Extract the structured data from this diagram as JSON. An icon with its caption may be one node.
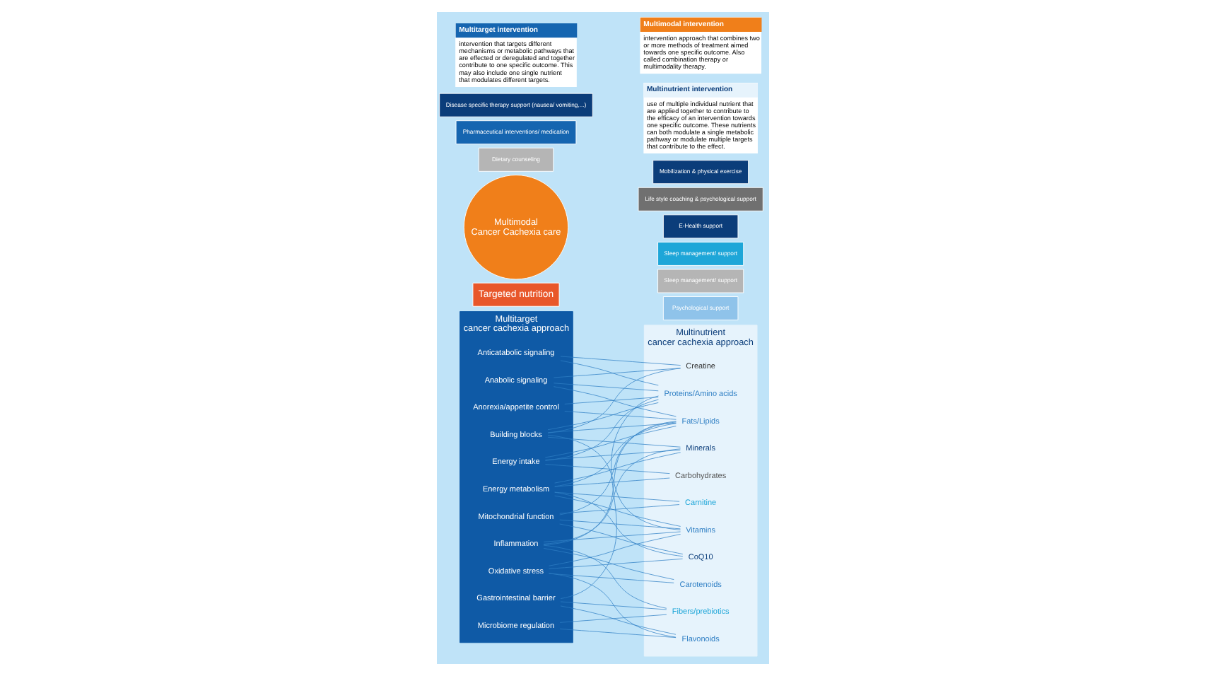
{
  "diagram": {
    "nodes": [
      {
        "text": [
          "Multitarget",
          "cancer cachexia approach"
        ]
      },
      {
        "text": [
          "Energy intake"
        ],
        "in": 0
      },
      {
        "text": [
          "Building blocks"
        ],
        "in": 0
      },
      {
        "text": [
          "Inflammation"
        ],
        "in": 0
      },
      {
        "text": [
          "Anticatabolic signaling"
        ],
        "in": 0
      },
      {
        "text": [
          "Anabolic signaling"
        ],
        "in": 0
      },
      {
        "text": [
          "Energy metabolism"
        ],
        "in": 0
      },
      {
        "text": [
          "Mitochondrial function"
        ],
        "in": 0
      },
      {
        "text": [
          "Oxidative stress"
        ],
        "in": 0
      },
      {
        "text": [
          "Gastrointestinal barrier"
        ],
        "in": 0
      },
      {
        "text": [
          "Microbiome regulation"
        ],
        "in": 0
      },
      {
        "text": [
          "Anorexia/appetite control"
        ],
        "in": 0
      },
      {
        "text": [
          "Multinutrient",
          "cancer cachexia approach"
        ]
      },
      {
        "text": [
          "Proteins/Amino acids"
        ],
        "in": 12
      },
      {
        "text": [
          "Fats/Lipids"
        ],
        "in": 12
      },
      {
        "text": [
          "Carbohydrates"
        ],
        "in": 12
      },
      {
        "text": [
          "Fibers/prebiotics"
        ],
        "in": 12
      },
      {
        "text": [
          "Minerals"
        ],
        "in": 12
      },
      {
        "text": [
          "Vitamins"
        ],
        "in": 12
      },
      {
        "text": [
          "Carotenoids"
        ],
        "in": 12
      },
      {
        "text": [
          "Creatine"
        ],
        "in": 12
      },
      {
        "text": [
          "Carnitine"
        ],
        "in": 12
      },
      {
        "text": [
          "CoQ10"
        ],
        "in": 12
      },
      {
        "text": [
          "Flavonoids"
        ],
        "in": 12
      },
      {
        "text": [
          "Targeted nutrition"
        ]
      },
      {
        "text": [
          "Multimodal",
          "Cancer Cachexia care"
        ]
      },
      {
        "text": [
          "Dietary counseling"
        ]
      },
      {
        "text": [
          "Pharmaceutical interventions/ medication"
        ]
      },
      {
        "text": [
          "Disease specific therapy support (nausea/ vomiting,...)"
        ]
      },
      {
        "text": [
          "Psychological support"
        ]
      },
      {
        "text": [
          "Sleep management/ support"
        ]
      },
      {
        "text": [
          "Sleep management/ support"
        ]
      },
      {
        "text": [
          "E-Health support"
        ]
      },
      {
        "text": [
          "Life style coaching & psychological support"
        ]
      },
      {
        "text": [
          "Mobilization & physical exercise"
        ]
      },
      {
        "text": [
          "Multitarget intervention",
          "intervention that targets different mechanisms or metabolic pathways that are effected or deregulated and together contribute to one specific outcome. This may also include one single nutrient that modulates different targets."
        ]
      },
      {
        "text": [
          "Multinutrient intervention",
          "use of multiple individual nutrient that are applied together to contribute to the efficacy of an intervention towards one specific outcome. These nutrients can both modulate a single metabolic pathway or modulate multiple targets that contribute to the effect."
        ]
      },
      {
        "text": [
          "Multimodal intervention",
          "intervention approach that combines two or more methods of treatment aimed towards one specific outcome. Also called combination therapy or multimodality therapy."
        ]
      }
    ],
    "edges": [
      {
        "from": 1,
        "to": 13,
        "arrow": "none"
      },
      {
        "from": 1,
        "to": 14,
        "arrow": "none"
      },
      {
        "from": 1,
        "to": 15,
        "arrow": "none"
      },
      {
        "from": 1,
        "to": 17,
        "arrow": "none"
      },
      {
        "from": 2,
        "to": 13,
        "arrow": "none"
      },
      {
        "from": 2,
        "to": 14,
        "arrow": "none"
      },
      {
        "from": 2,
        "to": 17,
        "arrow": "none"
      },
      {
        "from": 2,
        "to": 18,
        "arrow": "none"
      },
      {
        "from": 2,
        "to": 20,
        "arrow": "none"
      },
      {
        "from": 3,
        "to": 14,
        "arrow": "none"
      },
      {
        "from": 3,
        "to": 16,
        "arrow": "none"
      },
      {
        "from": 3,
        "to": 17,
        "arrow": "none"
      },
      {
        "from": 3,
        "to": 18,
        "arrow": "none"
      },
      {
        "from": 3,
        "to": 19,
        "arrow": "none"
      },
      {
        "from": 4,
        "to": 13,
        "arrow": "none"
      },
      {
        "from": 4,
        "to": 20,
        "arrow": "none"
      },
      {
        "from": 5,
        "to": 13,
        "arrow": "none"
      },
      {
        "from": 5,
        "to": 14,
        "arrow": "none"
      },
      {
        "from": 5,
        "to": 20,
        "arrow": "none"
      },
      {
        "from": 6,
        "to": 14,
        "arrow": "none"
      },
      {
        "from": 6,
        "to": 15,
        "arrow": "none"
      },
      {
        "from": 6,
        "to": 17,
        "arrow": "none"
      },
      {
        "from": 6,
        "to": 18,
        "arrow": "none"
      },
      {
        "from": 6,
        "to": 21,
        "arrow": "none"
      },
      {
        "from": 6,
        "to": 22,
        "arrow": "none"
      },
      {
        "from": 7,
        "to": 14,
        "arrow": "none"
      },
      {
        "from": 7,
        "to": 18,
        "arrow": "none"
      },
      {
        "from": 7,
        "to": 21,
        "arrow": "none"
      },
      {
        "from": 7,
        "to": 22,
        "arrow": "none"
      },
      {
        "from": 8,
        "to": 18,
        "arrow": "none"
      },
      {
        "from": 8,
        "to": 19,
        "arrow": "none"
      },
      {
        "from": 8,
        "to": 22,
        "arrow": "none"
      },
      {
        "from": 8,
        "to": 23,
        "arrow": "none"
      },
      {
        "from": 9,
        "to": 13,
        "arrow": "none"
      },
      {
        "from": 9,
        "to": 16,
        "arrow": "none"
      },
      {
        "from": 9,
        "to": 23,
        "arrow": "none"
      },
      {
        "from": 10,
        "to": 16,
        "arrow": "none"
      },
      {
        "from": 10,
        "to": 23,
        "arrow": "none"
      },
      {
        "from": 11,
        "to": 13,
        "arrow": "none"
      },
      {
        "from": 11,
        "to": 14,
        "arrow": "none"
      }
    ]
  }
}
